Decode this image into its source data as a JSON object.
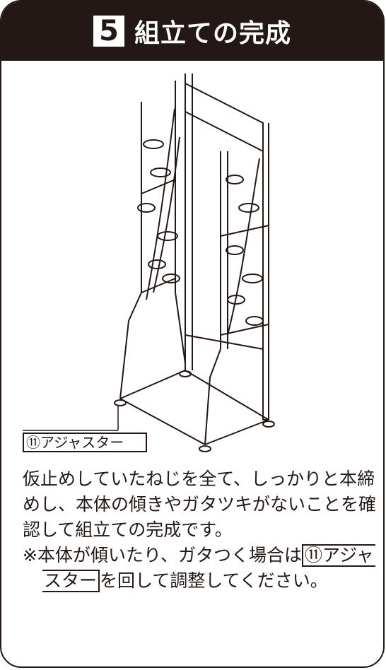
{
  "header": {
    "step_number": "5",
    "title": "組立ての完成"
  },
  "illustration": {
    "part_label": "⑪アジャスター"
  },
  "instructions": {
    "line1": "仮止めしていたねじを全て、しっかりと本締",
    "line2": "めし、本体の傾きやガタツキがないことを確",
    "line3": "認して組立ての完成です。",
    "note_prefix": "※本体が傾いたり、ガタつく場合は",
    "note_part_a": "⑪アジャ",
    "note_part_b": "スター",
    "note_suffix": "を回して調整してください。"
  },
  "colors": {
    "ink": "#231815",
    "paper": "#ffffff"
  }
}
